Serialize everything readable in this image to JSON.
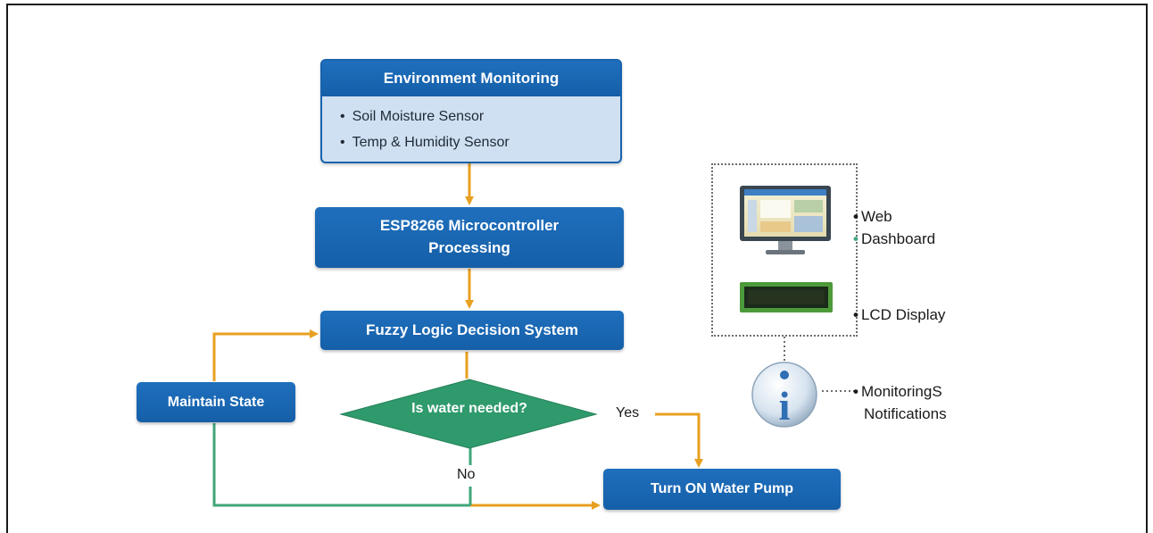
{
  "environment": {
    "title": "Environment Monitoring",
    "items": [
      "Soil Moisture Sensor",
      "Temp & Humidity Sensor"
    ]
  },
  "processing": {
    "line1": "ESP8266 Microcontroller",
    "line2": "Processing"
  },
  "fuzzy": {
    "label": "Fuzzy Logic Decision System"
  },
  "decision": {
    "question": "Is water needed?",
    "yes": "Yes",
    "no": "No"
  },
  "maintain": {
    "label": "Maintain State"
  },
  "pump": {
    "label": "Turn ON Water Pump"
  },
  "outputs": {
    "web_line1": "Web",
    "web_line2": "Dashboard",
    "lcd": "LCD Display",
    "monitor_line1": "MonitoringS",
    "monitor_line2": "Notifications",
    "info_glyph": "i"
  },
  "colors": {
    "box_blue": "#1863ad",
    "panel_light": "#cfe0f2",
    "arrow_orange": "#e8a020",
    "arrow_green": "#3fa67a",
    "diamond_green": "#2f9a6c"
  }
}
